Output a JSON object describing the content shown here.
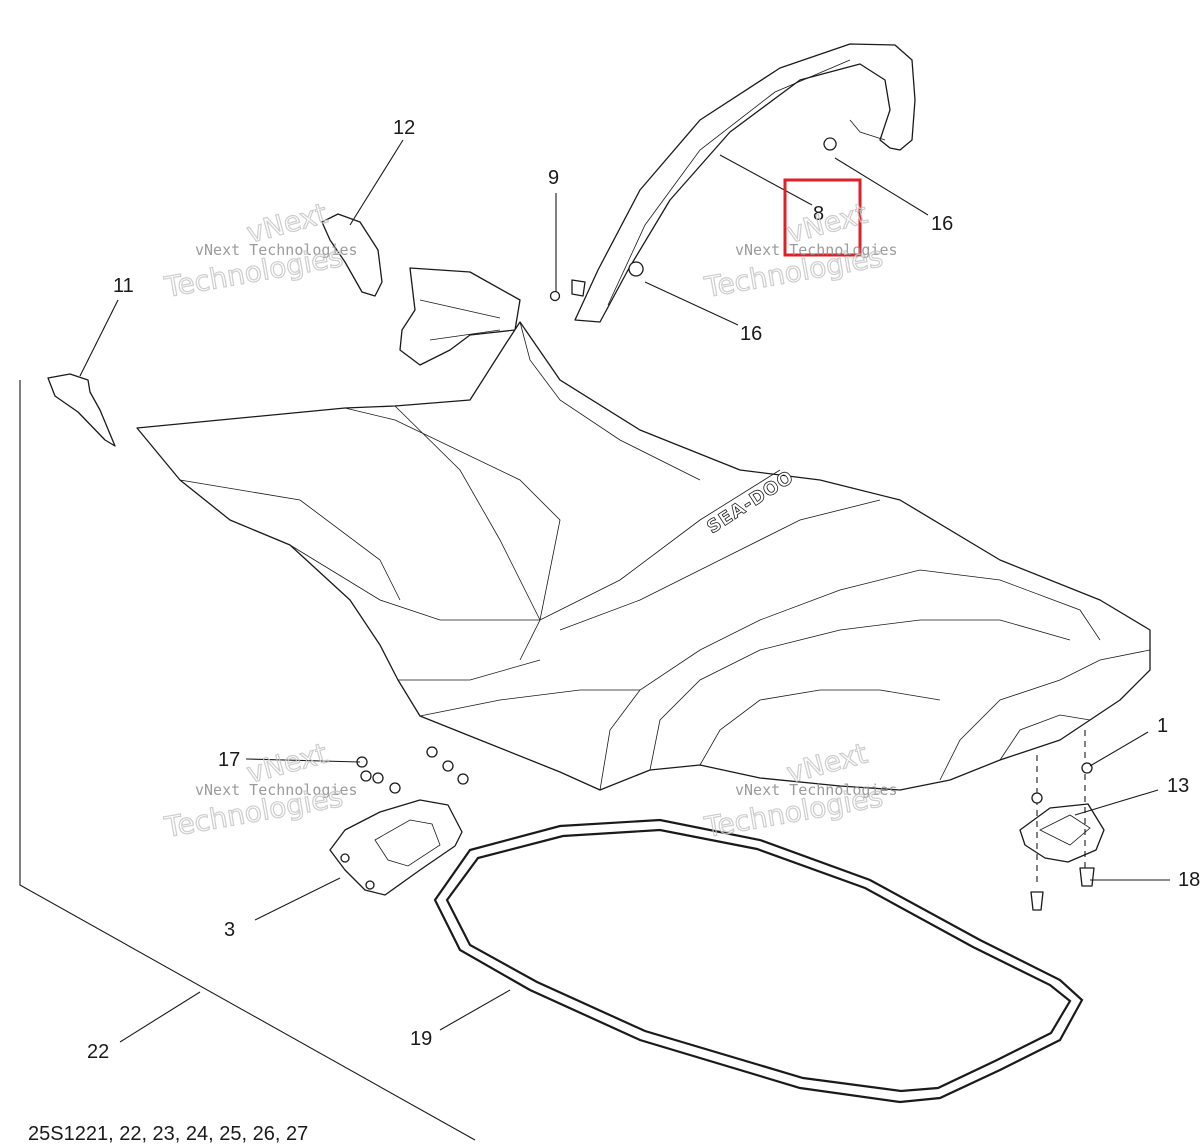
{
  "callouts": {
    "c1": "1",
    "c3": "3",
    "c8": "8",
    "c9": "9",
    "c11": "11",
    "c12": "12",
    "c13": "13",
    "c16a": "16",
    "c16b": "16",
    "c17": "17",
    "c18": "18",
    "c19": "19",
    "c22": "22"
  },
  "caption": "25S1221, 22, 23, 24, 25, 26, 27",
  "watermark": {
    "line1": "vNext",
    "line2": "vNext Technologies",
    "line3": "Technologies"
  },
  "brand_logo": "SEA-DOO",
  "highlight_color": "#e01f26"
}
